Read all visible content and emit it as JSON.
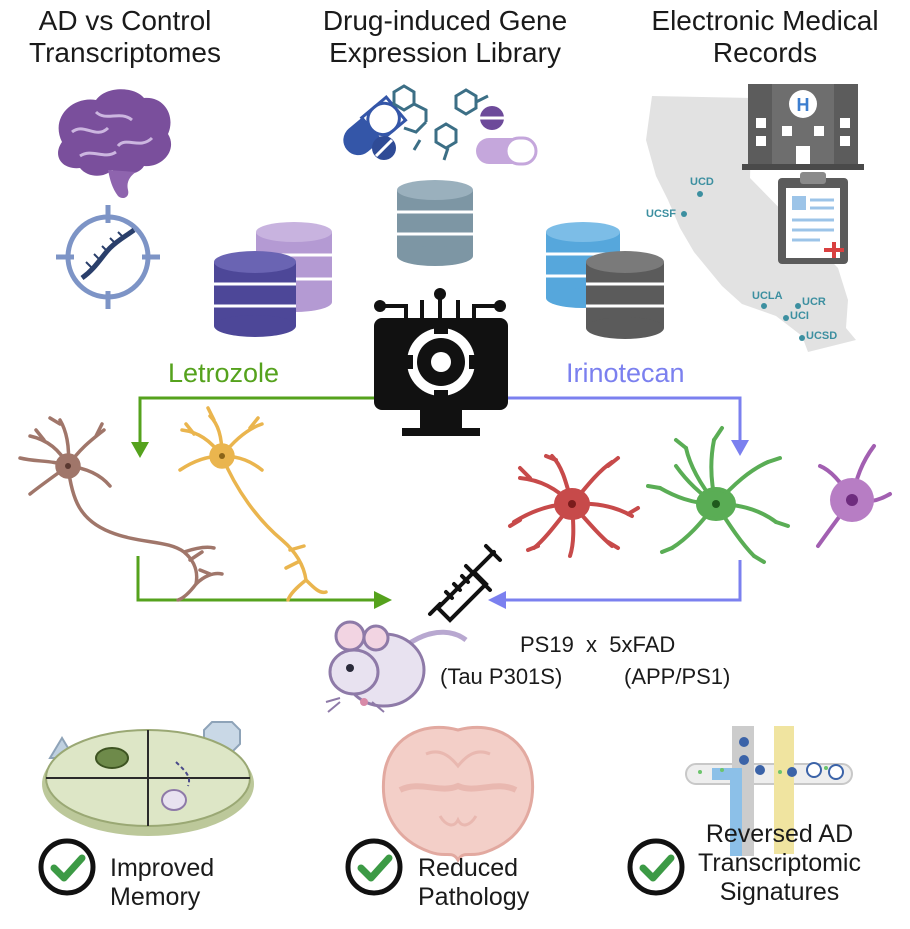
{
  "headers": {
    "left": [
      "AD vs Control",
      "Transcriptomes"
    ],
    "center": [
      "Drug-induced Gene",
      "Expression Library"
    ],
    "right": [
      "Electronic Medical",
      "Records"
    ]
  },
  "drugs": {
    "left": "Letrozole",
    "right": "Irinotecan"
  },
  "mouse_model": {
    "line1": "PS19  x  5xFAD",
    "line2a": "(Tau P301S)",
    "line2b": "(APP/PS1)"
  },
  "map_sites": [
    "UCD",
    "UCSF",
    "UCLA",
    "UCR",
    "UCI",
    "UCSD"
  ],
  "outcomes": {
    "memory": [
      "Improved",
      "Memory"
    ],
    "pathology": [
      "Reduced",
      "Pathology"
    ],
    "transcriptomic": [
      "Reversed AD",
      "Transcriptomic",
      "Signatures"
    ]
  },
  "colors": {
    "letrozole_green": "#55a21d",
    "irinotecan_blue": "#7b80ef",
    "check_green": "#3c9a45",
    "brain_purple": "#7a4f9c",
    "map_gray": "#e0e0e0"
  }
}
